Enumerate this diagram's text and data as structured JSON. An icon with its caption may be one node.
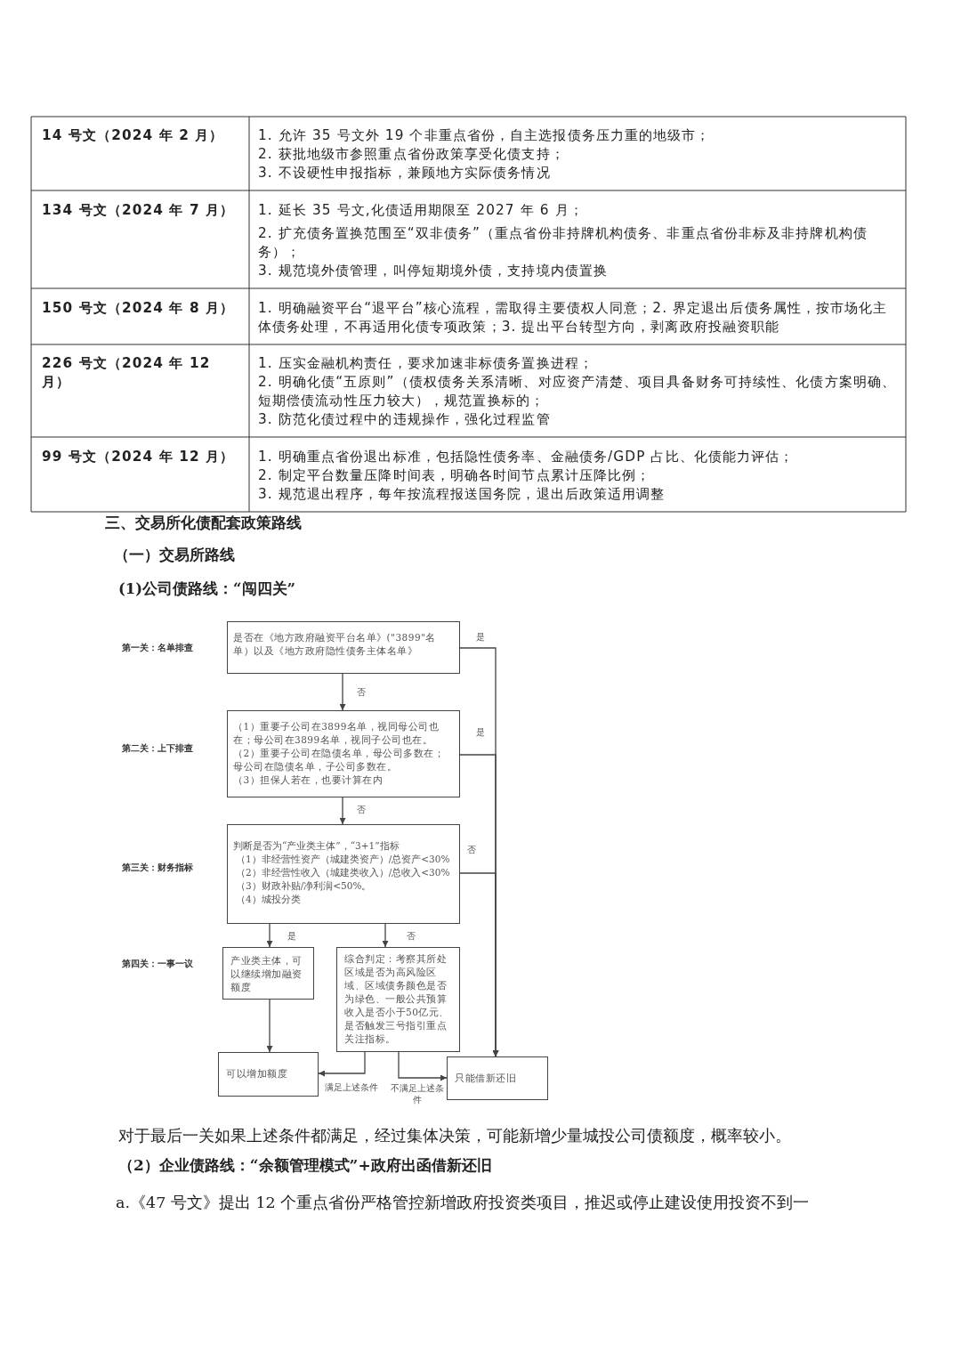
{
  "diagram": {
    "nodes": [
      {
        "text": [
          "是否在《地方政府融资平台名单》(\"3899\"名单）以及《地方政府隐性债务主体名单》"
        ]
      },
      {
        "text": [
          "（1）重要子公司在3899名单，视同母公司也在；母公司在3899名单，视同子公司也在。",
          "（2）重要子公司在隐债名单，母公司多数在；母公司在隐债名单，子公司多数在。",
          "（3）担保人若在，也要计算在内"
        ]
      },
      {
        "text": [
          "判断是否为“产业类主体”，“3+1”指标",
          "（1）非经营性资产（城建类资产）/总资产<30%",
          "（2）非经营性收入（城建类收入）/总收入<30%",
          "（3）财政补贴/净利润<50%。",
          "（4）城投分类"
        ]
      },
      {
        "text": [
          "产业类主体，可以继续增加融资额度"
        ]
      },
      {
        "text": [
          "综合判定：考察其所处区域是否为高风险区域、区域债务颜色是否为绿色、一般公共预算收入是否小于50亿元、是否触发三号指引重点关注指标。"
        ]
      },
      {
        "text": [
          "可以增加额度"
        ]
      },
      {
        "text": [
          "只能借新还旧"
        ]
      }
    ],
    "edges": [
      {
        "from": 0,
        "to": 1,
        "arrow": "to",
        "label": "否"
      },
      {
        "from": 1,
        "to": 2,
        "arrow": "to",
        "label": "否"
      },
      {
        "from": 2,
        "to": 3,
        "arrow": "to",
        "label": "是"
      },
      {
        "from": 2,
        "to": 4,
        "arrow": "to",
        "label": "否"
      },
      {
        "from": 3,
        "to": 5,
        "arrow": "to"
      },
      {
        "from": 4,
        "to": 5,
        "arrow": "to",
        "label": "满足上述条件"
      },
      {
        "from": 4,
        "to": 6,
        "arrow": "to",
        "label": "不满足上述条件"
      },
      {
        "from": 0,
        "to": 6,
        "arrow": "to",
        "label": "是"
      },
      {
        "from": 1,
        "to": 6,
        "arrow": "to",
        "label": "是"
      },
      {
        "from": 2,
        "to": 6,
        "arrow": "to",
        "label": "否"
      }
    ],
    "labels": [
      "14 号文（2024 年 2 月）",
      "1. 允许 35 号文外 19 个非重点省份，自主选报债务压力重的地级市；",
      "2. 获批地级市参照重点省份政策享受化债支持；",
      "3. 不设硬性申报指标，兼顾地方实际债务情况",
      "134 号文（2024 年 7 月）",
      "1. 延长 35 号文,化债适用期限至 2027 年 6 月；",
      "2. 扩充债务置换范围至“双非债务”（重点省份非持牌机构债务、非重点省份非标及非持牌机构债务）；",
      "3. 规范境外债管理，叫停短期境外债，支持境内债置换",
      "150 号文（2024 年 8 月）",
      "1. 明确融资平台“退平台”核心流程，需取得主要债权人同意；2. 界定退出后债务属性，按市场化主体债务处理，不再适用化债专项政策；3. 提出平台转型方向，剥离政府投融资职能",
      "226 号文（2024 年 12 月）",
      "1. 压实金融机构责任，要求加速非标债务置换进程；",
      "2. 明确化债“五原则”（债权债务关系清晰、对应资产清楚、项目具备财务可持续性、化债方案明确、短期偿债流动性压力较大），规范置换标的；",
      "3. 防范化债过程中的违规操作，强化过程监管",
      "99 号文（2024 年 12 月）",
      "1. 明确重点省份退出标准，包括隐性债务率、金融债务/GDP 占比、化债能力评估；",
      "2. 制定平台数量压降时间表，明确各时间节点累计压降比例；",
      "3. 规范退出程序，每年按流程报送国务院，退出后政策适用调整",
      "三、交易所化债配套政策路线",
      "（一）交易所路线",
      "(1)公司债路线：“闯四关”",
      "第一关：名单排查",
      "第二关：上下排查",
      "第三关：财务指标",
      "第四关：一事一议",
      "对于最后一关如果上述条件都满足，经过集体决策，可能新增少量城投公司债额度，概率较小。",
      "（2）企业债路线：“余额管理模式”+政府出函借新还旧",
      "a.《47 号文》提出 12 个重点省份严格管控新增政府投资类项目，推迟或停止建设使用投资不到一"
    ]
  }
}
